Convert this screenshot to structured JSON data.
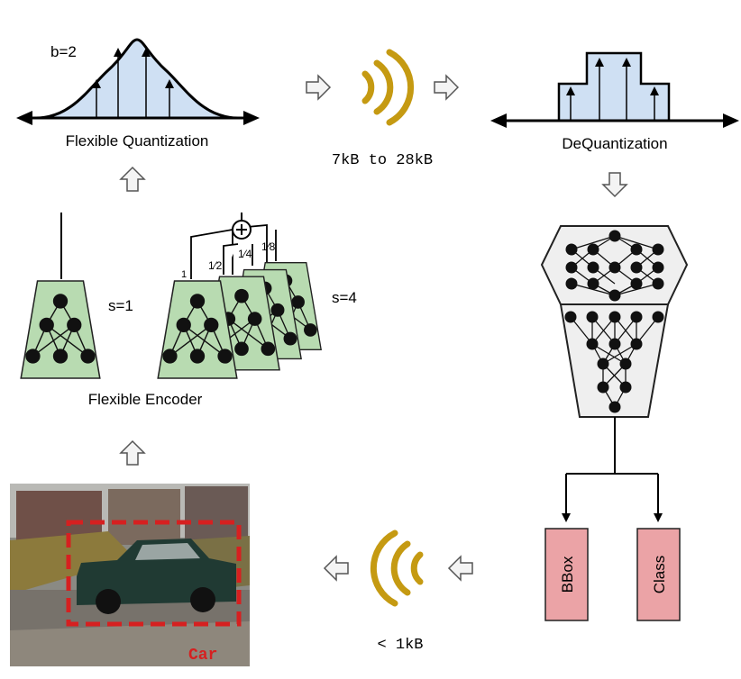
{
  "quantization": {
    "bits_label": "b=2",
    "caption": "Flexible Quantization"
  },
  "transmit_up": {
    "size_label": "7kB to 28kB"
  },
  "dequantization": {
    "caption": "DeQuantization"
  },
  "encoder": {
    "single_label": "s=1",
    "multi_label": "s=4",
    "caption": "Flexible Encoder",
    "fractions": [
      "1",
      "1⁄2",
      "1⁄4",
      "1⁄8"
    ]
  },
  "transmit_down": {
    "size_label": "< 1kB"
  },
  "outputs": {
    "bbox_label": "BBox",
    "class_label": "Class"
  },
  "photo": {
    "detection_label": "Car"
  },
  "colors": {
    "encoder_fill": "#b8dbb1",
    "quant_fill": "#cfe0f3",
    "wave": "#c59a12",
    "output_fill": "#eba3a6",
    "detection": "#d62020",
    "decoder_fill": "#efefef"
  }
}
